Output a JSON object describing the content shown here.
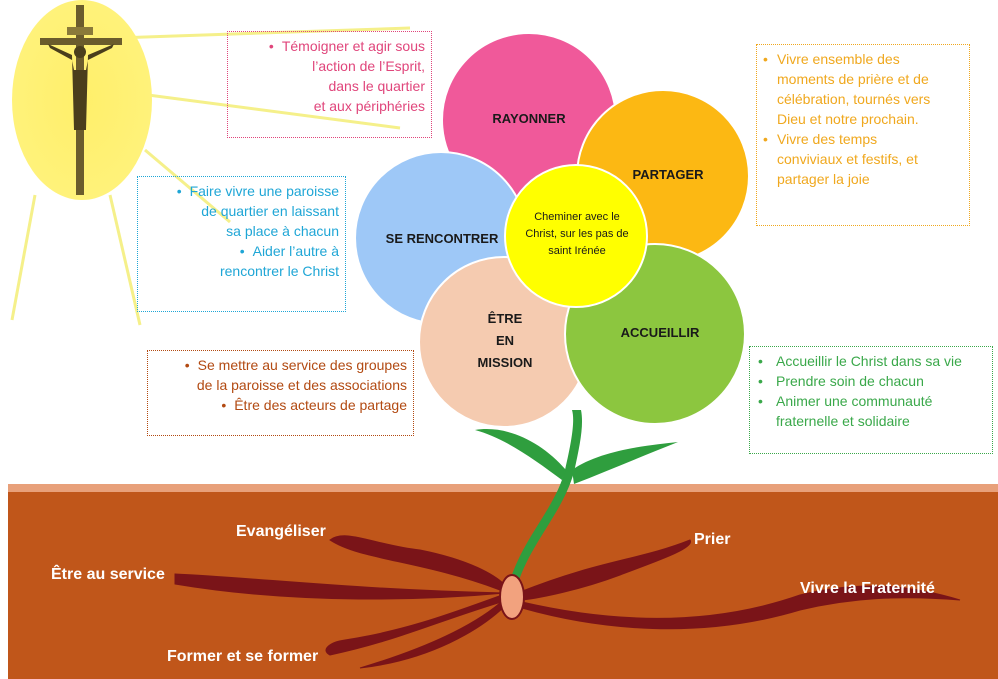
{
  "colors": {
    "soil": "#c0561a",
    "soil_top": "#e8a07a",
    "root": "#7a1418",
    "stem": "#2f9e3e",
    "petal_rayonner": "#f0599a",
    "petal_partager": "#fcb813",
    "petal_rencontrer": "#9ec8f7",
    "petal_mission": "#f5cbb0",
    "petal_accueillir": "#8cc63f",
    "center": "#ffff00",
    "sun": "#fff27a",
    "box_pink": "#e0457b",
    "box_orange": "#f0a81e",
    "box_blue": "#1fa6d6",
    "box_brown": "#b24a12",
    "box_green": "#3aa84a"
  },
  "icons": {
    "crucifix": "crucifix-icon"
  },
  "flower": {
    "center_text": "Cheminer avec le Christ, sur les pas de saint Irénée",
    "petals": {
      "rayonner": "RAYONNER",
      "partager": "PARTAGER",
      "se_rencontrer": "SE RENCONTRER",
      "etre_en_mission": [
        "ÊTRE",
        "EN",
        "MISSION"
      ],
      "accueillir": "ACCUEILLIR"
    }
  },
  "boxes": {
    "rayonner": [
      "Témoigner et agir sous",
      "l’action de l’Esprit,",
      "dans le quartier",
      "et aux périphéries"
    ],
    "partager": [
      [
        "Vivre ensemble des",
        "moments de prière et de",
        "célébration, tournés vers",
        "Dieu et notre prochain."
      ],
      [
        "Vivre des temps",
        "conviviaux et festifs, et",
        "partager la joie"
      ]
    ],
    "se_rencontrer": [
      [
        "Faire vivre une paroisse",
        "de quartier en laissant",
        "sa place à chacun"
      ],
      [
        "Aider l’autre à",
        "rencontrer le Christ"
      ]
    ],
    "mission": [
      [
        "Se mettre au service des groupes",
        "de la paroisse et des associations"
      ],
      [
        "Être des acteurs de partage"
      ]
    ],
    "accueillir": [
      [
        "Accueillir le Christ dans sa vie"
      ],
      [
        "Prendre soin de chacun"
      ],
      [
        "Animer une communauté",
        "fraternelle et solidaire"
      ]
    ]
  },
  "roots": {
    "evangeliser": "Evangéliser",
    "etre_au_service": "Être au service",
    "prier": "Prier",
    "vivre_fraternite": "Vivre la Fraternité",
    "former": "Former et se former"
  }
}
